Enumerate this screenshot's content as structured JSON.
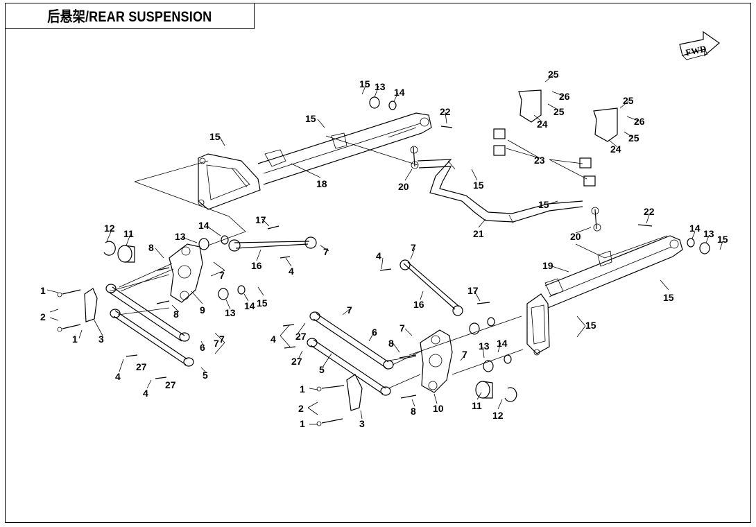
{
  "title": "后悬架/REAR SUSPENSION",
  "fwd_label": "FWD",
  "callouts": [
    {
      "t": "1"
    },
    {
      "t": "1"
    },
    {
      "t": "1"
    },
    {
      "t": "1"
    },
    {
      "t": "2"
    },
    {
      "t": "2"
    },
    {
      "t": "3"
    },
    {
      "t": "3"
    },
    {
      "t": "4"
    },
    {
      "t": "4"
    },
    {
      "t": "4"
    },
    {
      "t": "4"
    },
    {
      "t": "4"
    },
    {
      "t": "5"
    },
    {
      "t": "5"
    },
    {
      "t": "6"
    },
    {
      "t": "6"
    },
    {
      "t": "7"
    },
    {
      "t": "7"
    },
    {
      "t": "7"
    },
    {
      "t": "7"
    },
    {
      "t": "7"
    },
    {
      "t": "7"
    },
    {
      "t": "7"
    },
    {
      "t": "7"
    },
    {
      "t": "8"
    },
    {
      "t": "8"
    },
    {
      "t": "8"
    },
    {
      "t": "8"
    },
    {
      "t": "9"
    },
    {
      "t": "10"
    },
    {
      "t": "11"
    },
    {
      "t": "11"
    },
    {
      "t": "12"
    },
    {
      "t": "12"
    },
    {
      "t": "13"
    },
    {
      "t": "13"
    },
    {
      "t": "13"
    },
    {
      "t": "13"
    },
    {
      "t": "13"
    },
    {
      "t": "14"
    },
    {
      "t": "14"
    },
    {
      "t": "14"
    },
    {
      "t": "14"
    },
    {
      "t": "14"
    },
    {
      "t": "15"
    },
    {
      "t": "15"
    },
    {
      "t": "15"
    },
    {
      "t": "15"
    },
    {
      "t": "15"
    },
    {
      "t": "15"
    },
    {
      "t": "15"
    },
    {
      "t": "15"
    },
    {
      "t": "15"
    },
    {
      "t": "16"
    },
    {
      "t": "16"
    },
    {
      "t": "17"
    },
    {
      "t": "17"
    },
    {
      "t": "18"
    },
    {
      "t": "19"
    },
    {
      "t": "20"
    },
    {
      "t": "20"
    },
    {
      "t": "21"
    },
    {
      "t": "22"
    },
    {
      "t": "22"
    },
    {
      "t": "23"
    },
    {
      "t": "24"
    },
    {
      "t": "24"
    },
    {
      "t": "25"
    },
    {
      "t": "25"
    },
    {
      "t": "25"
    },
    {
      "t": "25"
    },
    {
      "t": "26"
    },
    {
      "t": "26"
    },
    {
      "t": "27"
    },
    {
      "t": "27"
    },
    {
      "t": "27"
    },
    {
      "t": "27"
    }
  ]
}
